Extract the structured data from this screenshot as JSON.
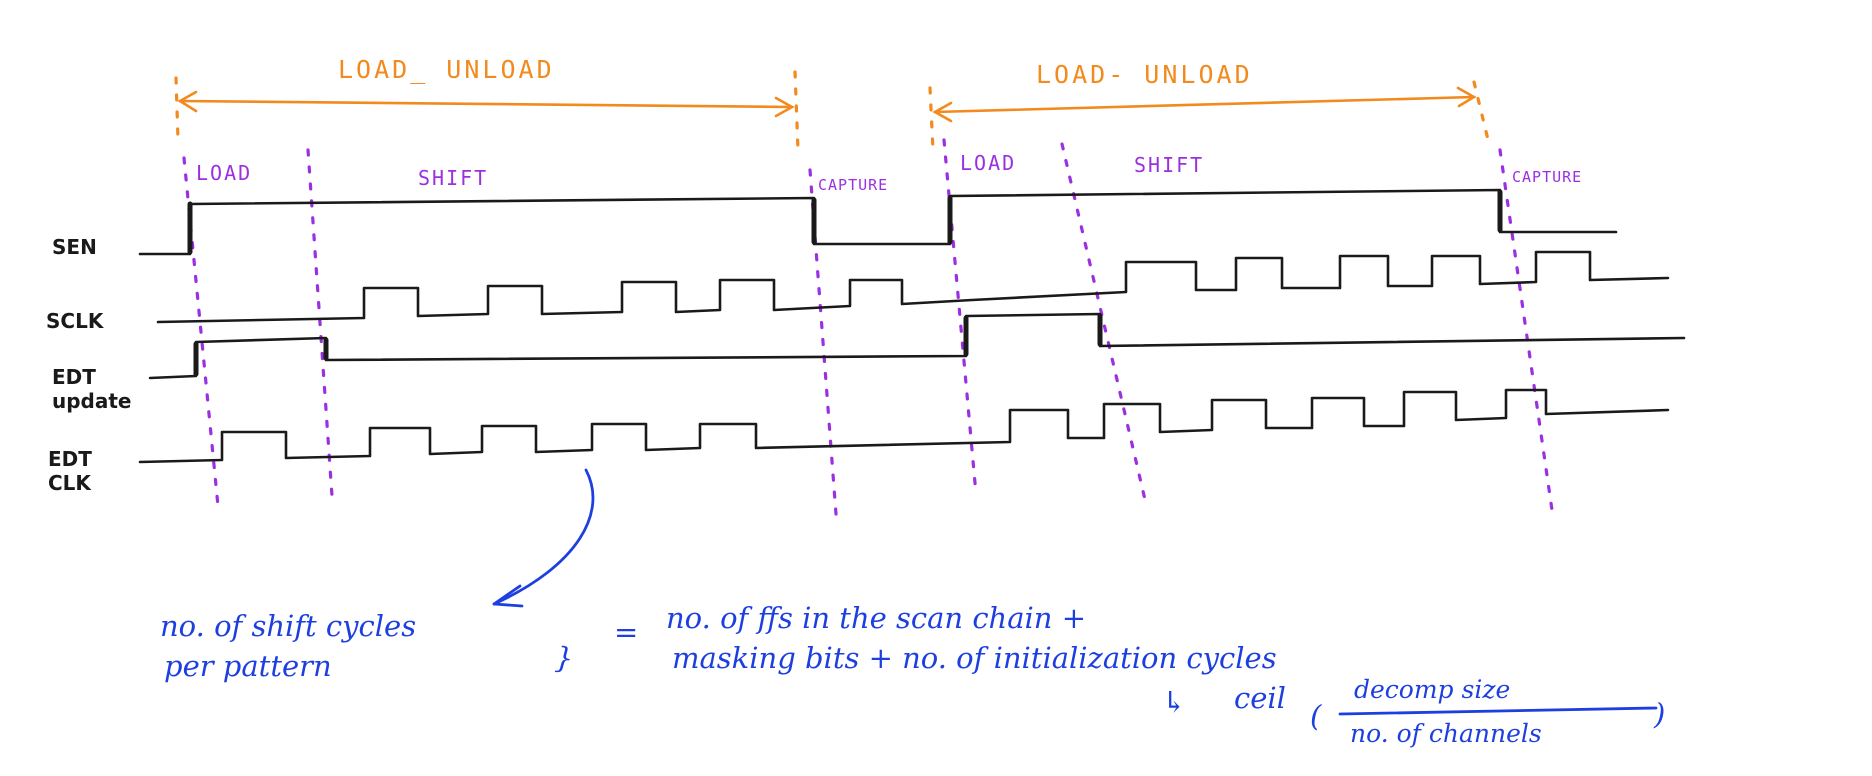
{
  "ranges": [
    "LOAD_ UNLOAD",
    "LOAD- UNLOAD"
  ],
  "phases": [
    "LOAD",
    "SHIFT",
    "CAPTURE",
    "LOAD",
    "SHIFT",
    "CAPTURE"
  ],
  "signals": {
    "sen": "SEN",
    "sclk": "SCLK",
    "edt_update": [
      "EDT",
      "update"
    ],
    "edt_clk": [
      "EDT",
      "CLK"
    ]
  },
  "note": {
    "lhs": [
      "no. of shift cycles",
      "per pattern"
    ],
    "brace": "}",
    "equals": "=",
    "rhs": [
      "no. of ffs in the scan chain +",
      "masking bits  + no. of initialization cycles"
    ],
    "hook": "↳",
    "ceil": "ceil",
    "numerator": "decomp size",
    "denominator": "no. of channels"
  },
  "colors": {
    "ranges": "#f28a1e",
    "phases": "#9b30e0",
    "waveforms": "#1a1a1a",
    "note": "#1e3fe0"
  }
}
